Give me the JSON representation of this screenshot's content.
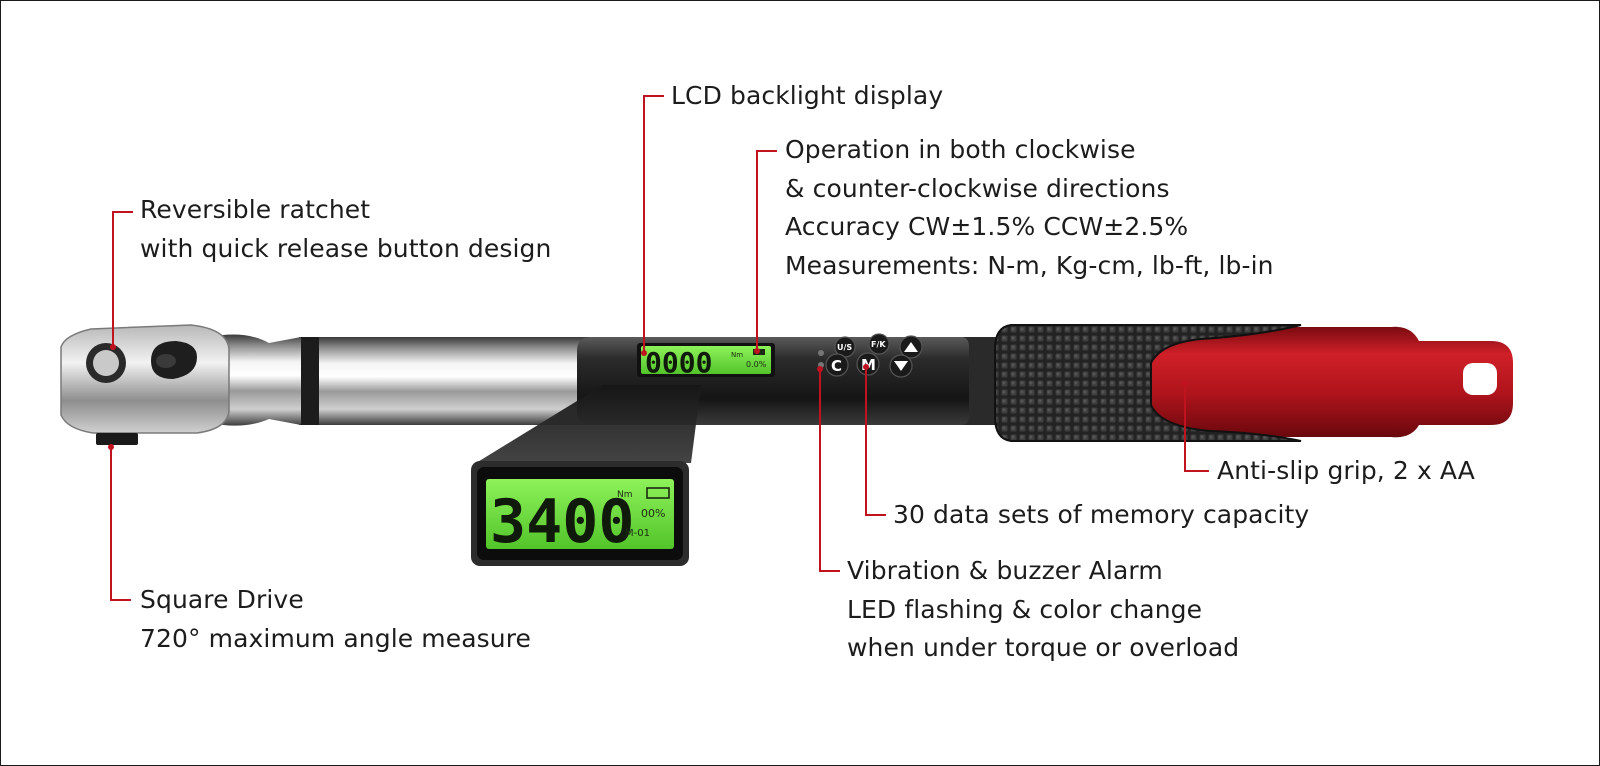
{
  "callouts": {
    "lcd": {
      "lines": [
        "LCD backlight display"
      ]
    },
    "operation": {
      "lines": [
        "Operation in both clockwise",
        "& counter-clockwise directions",
        "Accuracy CW±1.5%  CCW±2.5%",
        "Measurements: N-m, Kg-cm, lb-ft, lb-in"
      ]
    },
    "ratchet": {
      "lines": [
        "Reversible ratchet",
        "with quick release button design"
      ]
    },
    "square_drive": {
      "lines": [
        "Square Drive",
        "720° maximum angle measure"
      ]
    },
    "grip": {
      "lines": [
        "Anti-slip grip, 2 x AA"
      ]
    },
    "memory": {
      "lines": [
        "30 data sets of memory capacity"
      ]
    },
    "alarm": {
      "lines": [
        "Vibration & buzzer Alarm",
        "LED flashing & color change",
        "when under torque or overload"
      ]
    }
  },
  "tool": {
    "buttons": {
      "us": "U/S",
      "fk": "F/K",
      "c": "C",
      "m": "M"
    },
    "lcd_small": {
      "readout": "0000",
      "unit": "Nm",
      "percent": "0.0%"
    },
    "lcd_zoom": {
      "readout": "3400",
      "unit": "Nm",
      "percent": "00%",
      "mode": "M-01"
    }
  },
  "colors": {
    "leader": "#c1121f",
    "grip_red": "#b5121b",
    "grip_black": "#1d1d1d",
    "lcd_green": "#6edb3c",
    "text": "#1c1c1c"
  }
}
